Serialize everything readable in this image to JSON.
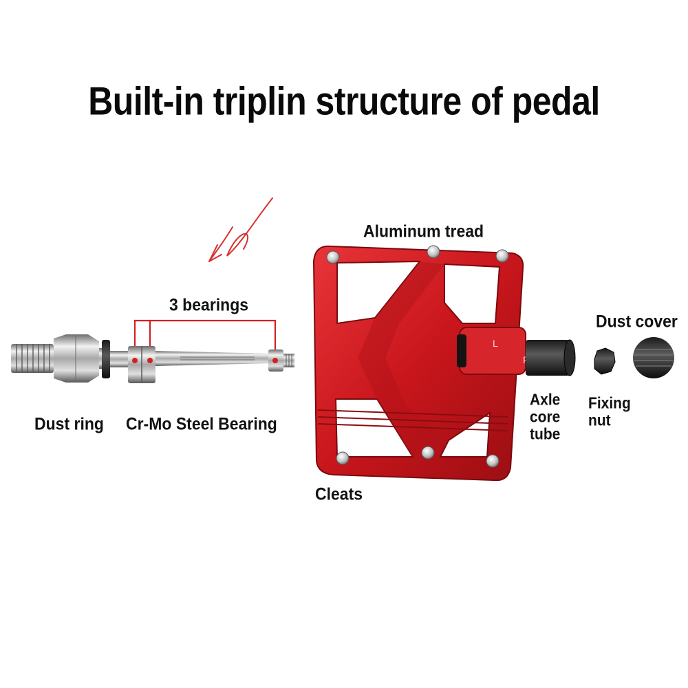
{
  "title": "Built-in triplin structure of pedal",
  "labels": {
    "aluminum_tread": "Aluminum tread",
    "bearings": "3 bearings",
    "dust_cover": "Dust cover",
    "dust_ring": "Dust ring",
    "crmo_bearing": "Cr-Mo Steel Bearing",
    "axle_core_tube": "Axle\ncore\ntube",
    "fixing_nut": "Fixing\nnut",
    "cleats": "Cleats"
  },
  "colors": {
    "tread_red": "#c8161c",
    "tread_dark": "#8a0c10",
    "steel": "#b8b8b8",
    "accent": "#d42020"
  }
}
